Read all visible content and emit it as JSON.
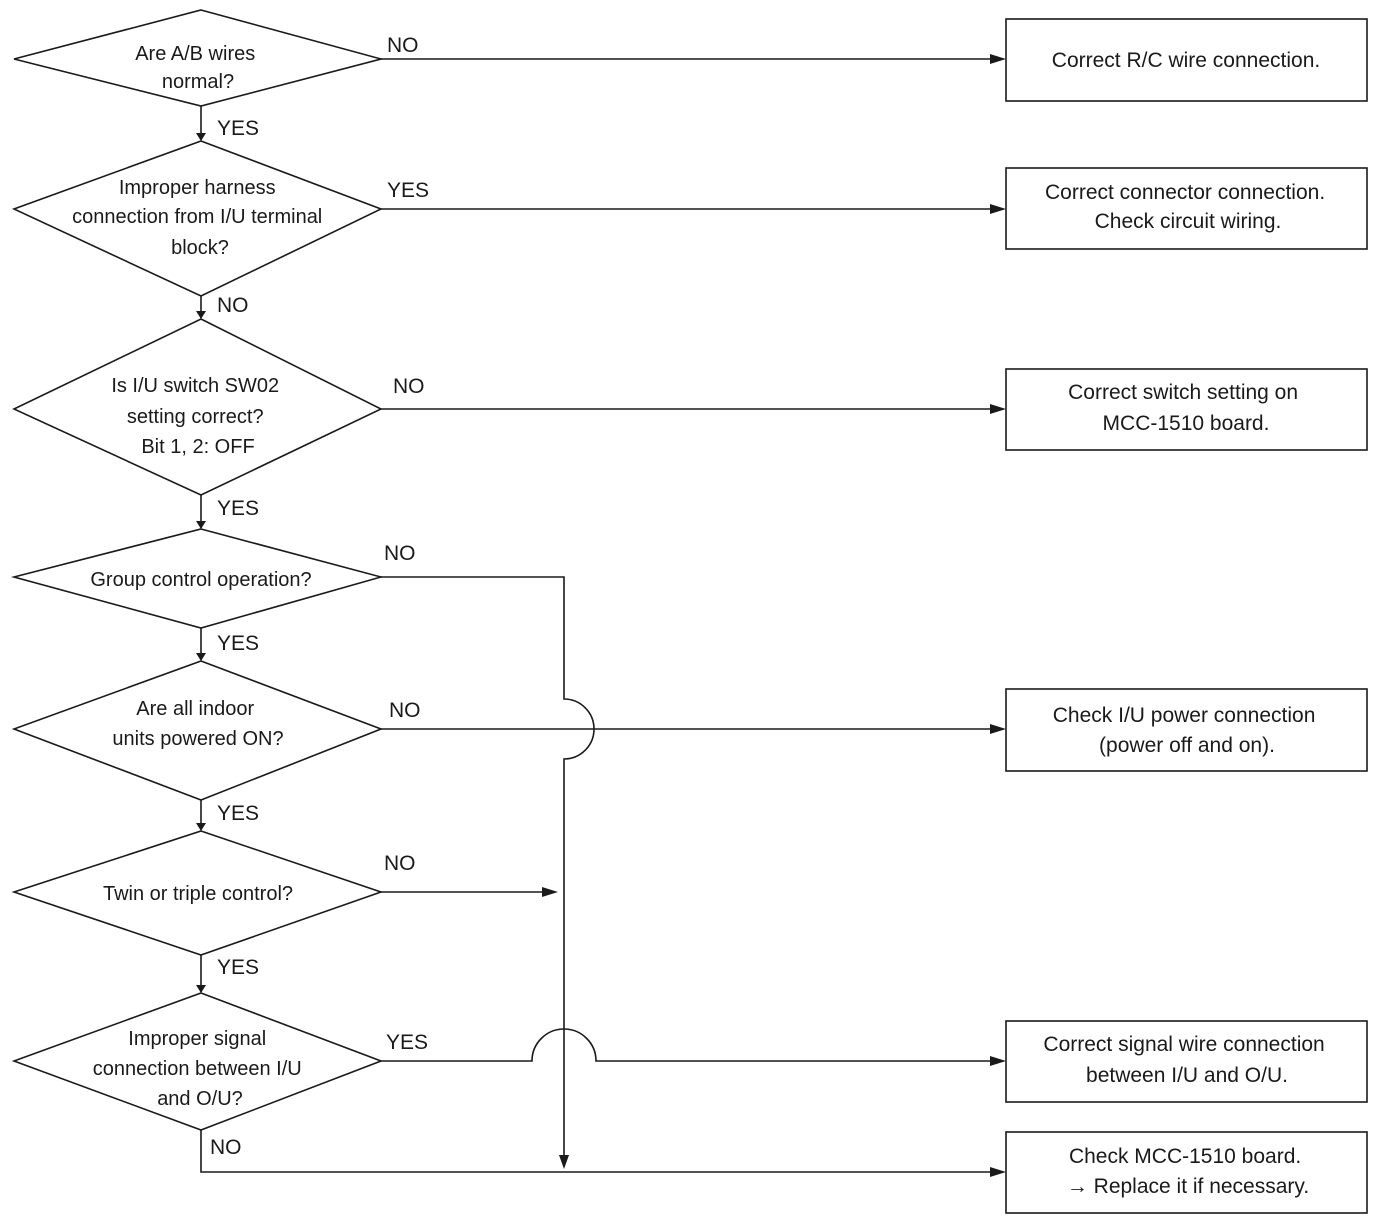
{
  "decisions": [
    {
      "lines": [
        "Are A/B wires",
        "normal?"
      ],
      "side_label": "NO",
      "down_label": "YES"
    },
    {
      "lines": [
        "Improper harness",
        "connection from I/U terminal",
        "block?"
      ],
      "side_label": "YES",
      "down_label": "NO"
    },
    {
      "lines": [
        "Is I/U switch SW02",
        "setting correct?",
        "Bit 1, 2: OFF"
      ],
      "side_label": "NO",
      "down_label": "YES"
    },
    {
      "lines": [
        "Group control operation?"
      ],
      "side_label": "NO",
      "down_label": "YES"
    },
    {
      "lines": [
        "Are all indoor",
        "units powered ON?"
      ],
      "side_label": "NO",
      "down_label": "YES"
    },
    {
      "lines": [
        "Twin or triple control?"
      ],
      "side_label": "NO",
      "down_label": "YES"
    },
    {
      "lines": [
        "Improper signal",
        "connection between I/U",
        "and O/U?"
      ],
      "side_label": "YES",
      "down_label": "NO"
    }
  ],
  "actions": [
    {
      "lines": [
        "Correct R/C wire connection."
      ]
    },
    {
      "lines": [
        "Correct connector connection.",
        "Check circuit wiring."
      ]
    },
    {
      "lines": [
        "Correct switch setting on",
        "MCC-1510 board."
      ]
    },
    {
      "lines": [
        "Check I/U power connection",
        "(power off and on)."
      ]
    },
    {
      "lines": [
        "Correct signal wire connection",
        "between I/U and O/U."
      ]
    },
    {
      "lines": [
        "Check MCC-1510 board.",
        "→ Replace it if necessary."
      ]
    }
  ]
}
